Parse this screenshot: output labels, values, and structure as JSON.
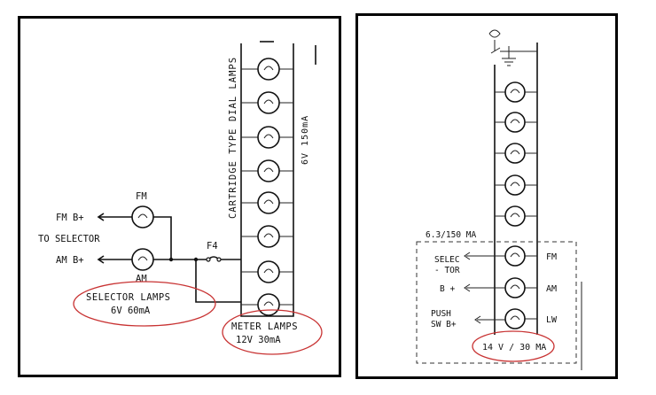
{
  "left": {
    "vertical_title": "CARTRIDGE TYPE DIAL LAMPS",
    "dial_rating": "6V 150mA",
    "fm_lamp_label": "FM",
    "am_lamp_label": "AM",
    "fm_bplus": "FM B+",
    "to_selector": "TO SELECTOR",
    "am_bplus": "AM B+",
    "fuse": "F4",
    "selector_title": "SELECTOR LAMPS",
    "selector_rating": "6V 60mA",
    "meter_title": "METER LAMPS",
    "meter_rating": "12V  30mA"
  },
  "right": {
    "rating_dial": "6.3/150 MA",
    "selector_label_1": "SELEC",
    "selector_label_2": "- TOR",
    "bplus": "B +",
    "push_1": "PUSH",
    "push_2": "SW B+",
    "fm": "FM",
    "am": "AM",
    "lw": "LW",
    "rating_small": "14 V / 30 MA"
  },
  "colors": {
    "highlight": "#c83232",
    "ink": "#111111"
  }
}
